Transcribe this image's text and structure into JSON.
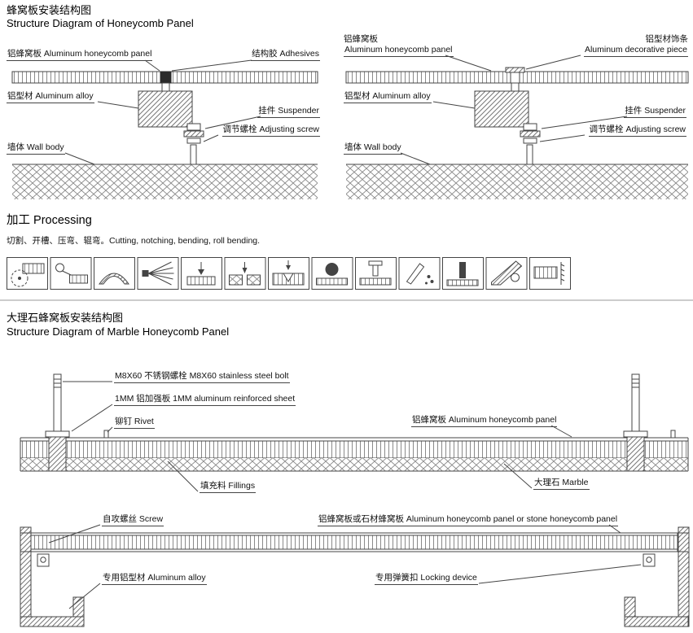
{
  "doc": {
    "s1": {
      "title_zh": "蜂窝板安装结构图",
      "title_en": "Structure Diagram of Honeycomb Panel",
      "left": {
        "panel": "铝蜂窝板 Aluminum honeycomb panel",
        "adhesive": "结构胶 Adhesives",
        "alloy": "铝型材 Aluminum alloy",
        "suspender": "挂件 Suspender",
        "screw": "调节螺栓 Adjusting screw",
        "wall": "墙体 Wall body"
      },
      "right": {
        "panel_zh": "铝蜂窝板",
        "panel_en": "Aluminum honeycomb panel",
        "deco_zh": "铝型材饰条",
        "deco_en": "Aluminum decorative piece",
        "alloy": "铝型材 Aluminum alloy",
        "suspender": "挂件 Suspender",
        "screw": "调节螺栓 Adjusting screw",
        "wall": "墙体 Wall body"
      }
    },
    "s2": {
      "title": "加工 Processing",
      "desc": "切割、开槽、压弯、辊弯。Cutting, notching, bending, roll bending.",
      "icons": [
        "circular-saw",
        "cutting-tool",
        "arc-bending",
        "notching-spray",
        "press-punch",
        "grooving",
        "v-cutting",
        "roll-press",
        "bolt-press",
        "gluing",
        "edge-milling",
        "roll-bending",
        "board-sawing"
      ]
    },
    "s3": {
      "title_zh": "大理石蜂窝板安装结构图",
      "title_en": "Structure Diagram of Marble Honeycomb Panel",
      "bolt": "M8X60 不锈钢螺栓 M8X60 stainless steel bolt",
      "sheet": "1MM 铝加强板 1MM aluminum reinforced sheet",
      "rivet": "铆钉 Rivet",
      "panel": "铝蜂窝板 Aluminum honeycomb panel",
      "fillings": "填充料 Fillings",
      "marble": "大理石 Marble"
    },
    "s4": {
      "screw": "自攻螺丝 Screw",
      "panel": "铝蜂窝板或石材蜂窝板 Aluminum honeycomb panel or stone honeycomb panel",
      "alloy": "专用铝型材 Aluminum alloy",
      "lock": "专用弹簧扣 Locking device"
    },
    "colors": {
      "line": "#444444",
      "text": "#111111"
    }
  }
}
